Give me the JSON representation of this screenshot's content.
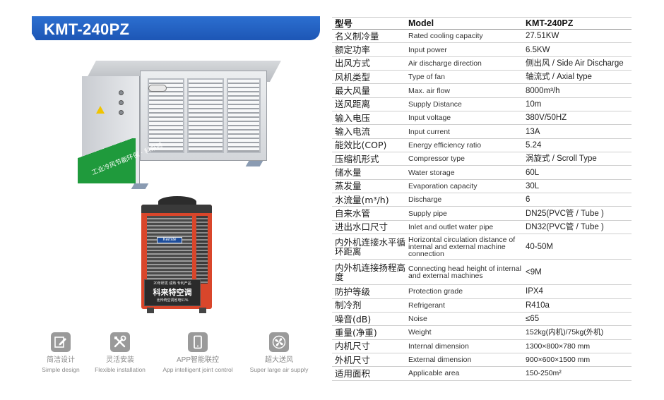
{
  "model_title": "KMT-240PZ",
  "colors": {
    "banner": "#1d56b5",
    "decal_green": "#1f9a3c",
    "outdoor_red": "#d9462b",
    "icon_grey": "#9a9a9a"
  },
  "product": {
    "indoor_decal": "工业冷风节能环保 · 科来特",
    "outdoor_brand": "Kemite",
    "outdoor_label_top": "20年研发 成熟 专利产品",
    "outdoor_label_main": "科来特空调",
    "outdoor_label_bottom": "比传统空调省电51%"
  },
  "features": [
    {
      "icon": "edit-icon",
      "zh": "简洁设计",
      "en": "Simple design"
    },
    {
      "icon": "tools-icon",
      "zh": "灵活安装",
      "en": "Flexible installation"
    },
    {
      "icon": "phone-icon",
      "zh": "APP智能联控",
      "en": "App intelligent joint control"
    },
    {
      "icon": "fan-icon",
      "zh": "超大送风",
      "en": "Super large air supply"
    }
  ],
  "spec": {
    "headers": {
      "zh": "型号",
      "en": "Model",
      "value": "KMT-240PZ"
    },
    "rows": [
      {
        "zh": "名义制冷量",
        "en": "Rated cooling capacity",
        "value": "27.51KW"
      },
      {
        "zh": "额定功率",
        "en": "Input power",
        "value": "6.5KW"
      },
      {
        "zh": "出风方式",
        "en": "Air discharge direction",
        "value": "侧出风 / Side Air Discharge"
      },
      {
        "zh": "风机类型",
        "en": "Type of fan",
        "value": "轴流式 / Axial type"
      },
      {
        "zh": "最大风量",
        "en": "Max. air flow",
        "value": "8000m³/h"
      },
      {
        "zh": "送风距离",
        "en": "Supply Distance",
        "value": "10m"
      },
      {
        "zh": "输入电压",
        "en": "Input voltage",
        "value": "380V/50HZ"
      },
      {
        "zh": "输入电流",
        "en": "Input current",
        "value": "13A"
      },
      {
        "zh": "能效比(COP)",
        "en": "Energy efficiency ratio",
        "value": "5.24"
      },
      {
        "zh": "压缩机形式",
        "en": "Compressor type",
        "value": "涡旋式 / Scroll Type"
      },
      {
        "zh": "储水量",
        "en": "Water storage",
        "value": "60L"
      },
      {
        "zh": "蒸发量",
        "en": "Evaporation capacity",
        "value": "30L"
      },
      {
        "zh": "水流量(m³/h)",
        "en": "Discharge",
        "value": "6"
      },
      {
        "zh": "自来水管",
        "en": "Supply pipe",
        "value": "DN25(PVC管 / Tube )"
      },
      {
        "zh": "进出水口尺寸",
        "en": "Inlet and outlet water pipe",
        "value": "DN32(PVC管 / Tube )"
      },
      {
        "zh": "内外机连接水平循环距离",
        "en": "Horizontal circulation distance of internal and external machine connection",
        "value": "40-50M",
        "tall": true
      },
      {
        "zh": "内外机连接扬程高度",
        "en": "Connecting head height of internal and external machines",
        "value": "<9M",
        "tall": true
      },
      {
        "zh": "防护等级",
        "en": "Protection grade",
        "value": "IPX4"
      },
      {
        "zh": "制冷剂",
        "en": "Refrigerant",
        "value": "R410a"
      },
      {
        "zh": "噪音(dB)",
        "en": "Noise",
        "value": "≤65"
      },
      {
        "zh": "重量(净重)",
        "en": "Weight",
        "value": "152kg(内机)/75kg(外机)",
        "small": true
      },
      {
        "zh": "内机尺寸",
        "en": "Internal dimension",
        "value": "1300×800×780 mm",
        "small": true
      },
      {
        "zh": "外机尺寸",
        "en": "External dimension",
        "value": "900×600×1500 mm",
        "small": true
      },
      {
        "zh": "适用面积",
        "en": "Applicable area",
        "value": "150-250m²",
        "small": true
      }
    ]
  }
}
